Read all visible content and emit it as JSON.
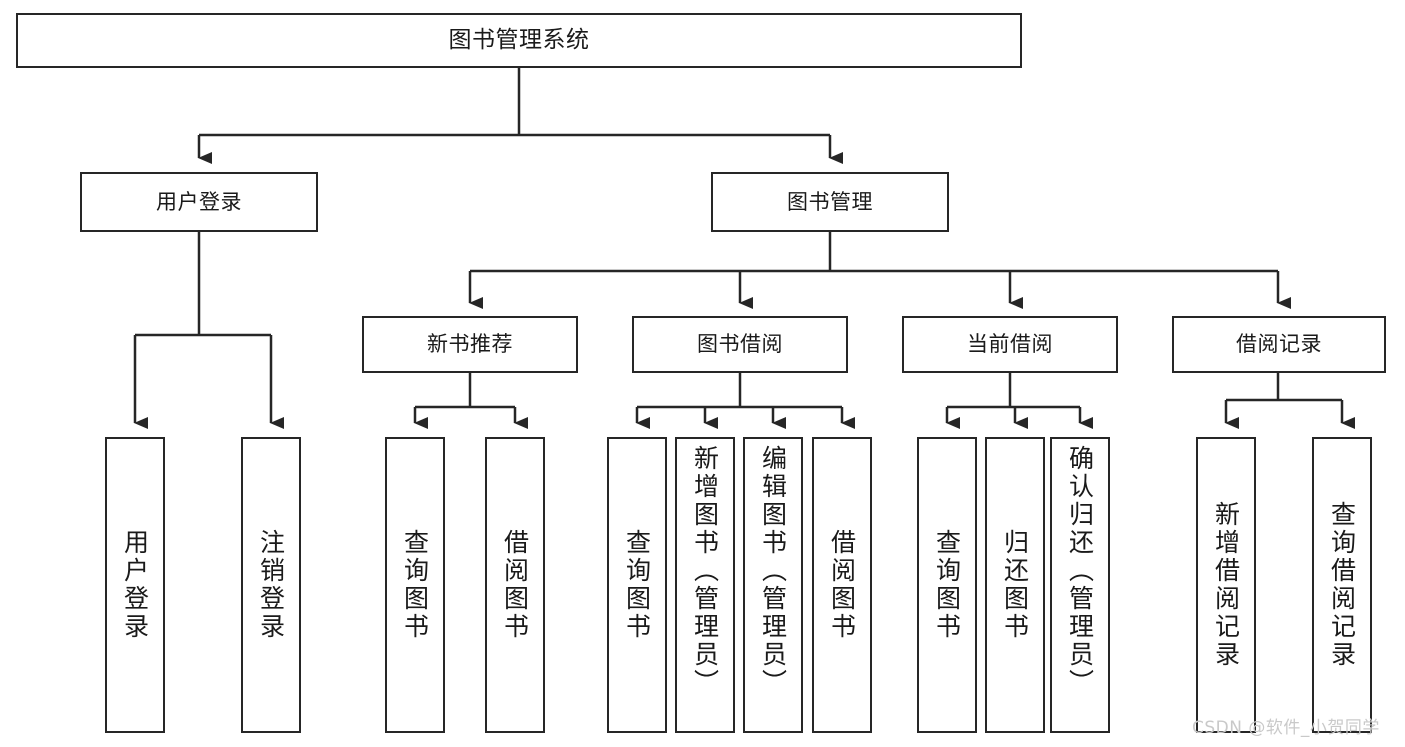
{
  "diagram": {
    "title": "图书管理系统",
    "type": "tree-hierarchy-chart",
    "colors": {
      "stroke": "#262626",
      "fill": "#ffffff",
      "text": "#1a1a1a",
      "watermark": "#c9c9c9"
    },
    "root": {
      "label": "图书管理系统"
    },
    "level1": [
      {
        "label": "用户登录"
      },
      {
        "label": "图书管理"
      }
    ],
    "level2": [
      {
        "label": "新书推荐"
      },
      {
        "label": "图书借阅"
      },
      {
        "label": "当前借阅"
      },
      {
        "label": "借阅记录"
      }
    ],
    "leaves": {
      "user_login": [
        {
          "label": "用户登录"
        },
        {
          "label": "注销登录"
        }
      ],
      "new_book_recommend": [
        {
          "label": "查询图书"
        },
        {
          "label": "借阅图书"
        }
      ],
      "book_borrow": [
        {
          "label": "查询图书"
        },
        {
          "label": "新增图书（管理员）"
        },
        {
          "label": "编辑图书（管理员）"
        },
        {
          "label": "借阅图书"
        }
      ],
      "current_borrow": [
        {
          "label": "查询图书"
        },
        {
          "label": "归还图书"
        },
        {
          "label": "确认归还（管理员）"
        }
      ],
      "borrow_records": [
        {
          "label": "新增借阅记录"
        },
        {
          "label": "查询借阅记录"
        }
      ]
    }
  },
  "watermark": {
    "text": "CSDN @软件_小贺同学"
  }
}
